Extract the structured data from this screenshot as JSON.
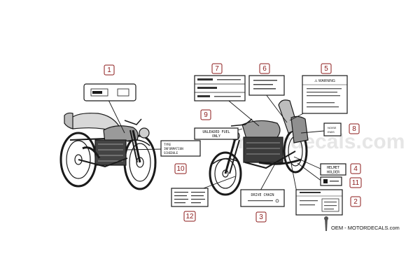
{
  "watermark": {
    "text": "motordecals.com"
  },
  "footer": {
    "brand": "OEM - MOTORDECALS.com"
  },
  "colors": {
    "callout": "#8b1a1a",
    "line": "#1a1a1a",
    "watermark": "#e4e4e4"
  },
  "callouts": [
    {
      "number": "1"
    },
    {
      "number": "2"
    },
    {
      "number": "3"
    },
    {
      "number": "4"
    },
    {
      "number": "5"
    },
    {
      "number": "6"
    },
    {
      "number": "7"
    },
    {
      "number": "8"
    },
    {
      "number": "9"
    },
    {
      "number": "10"
    },
    {
      "number": "11"
    },
    {
      "number": "12"
    }
  ],
  "labels": {
    "l5_title": "⚠ WARNING",
    "l9_text": [
      "UNLEADED FUEL",
      "ONLY"
    ],
    "l10_text": [
      "TYRE",
      "INFORMATION",
      "SCHEDULE"
    ],
    "l4_text": [
      "HELMET",
      "HOLDER"
    ],
    "l3_text": "DRIVE CHAIN",
    "l8_text": [
      "NOISE",
      "EMIS"
    ]
  }
}
